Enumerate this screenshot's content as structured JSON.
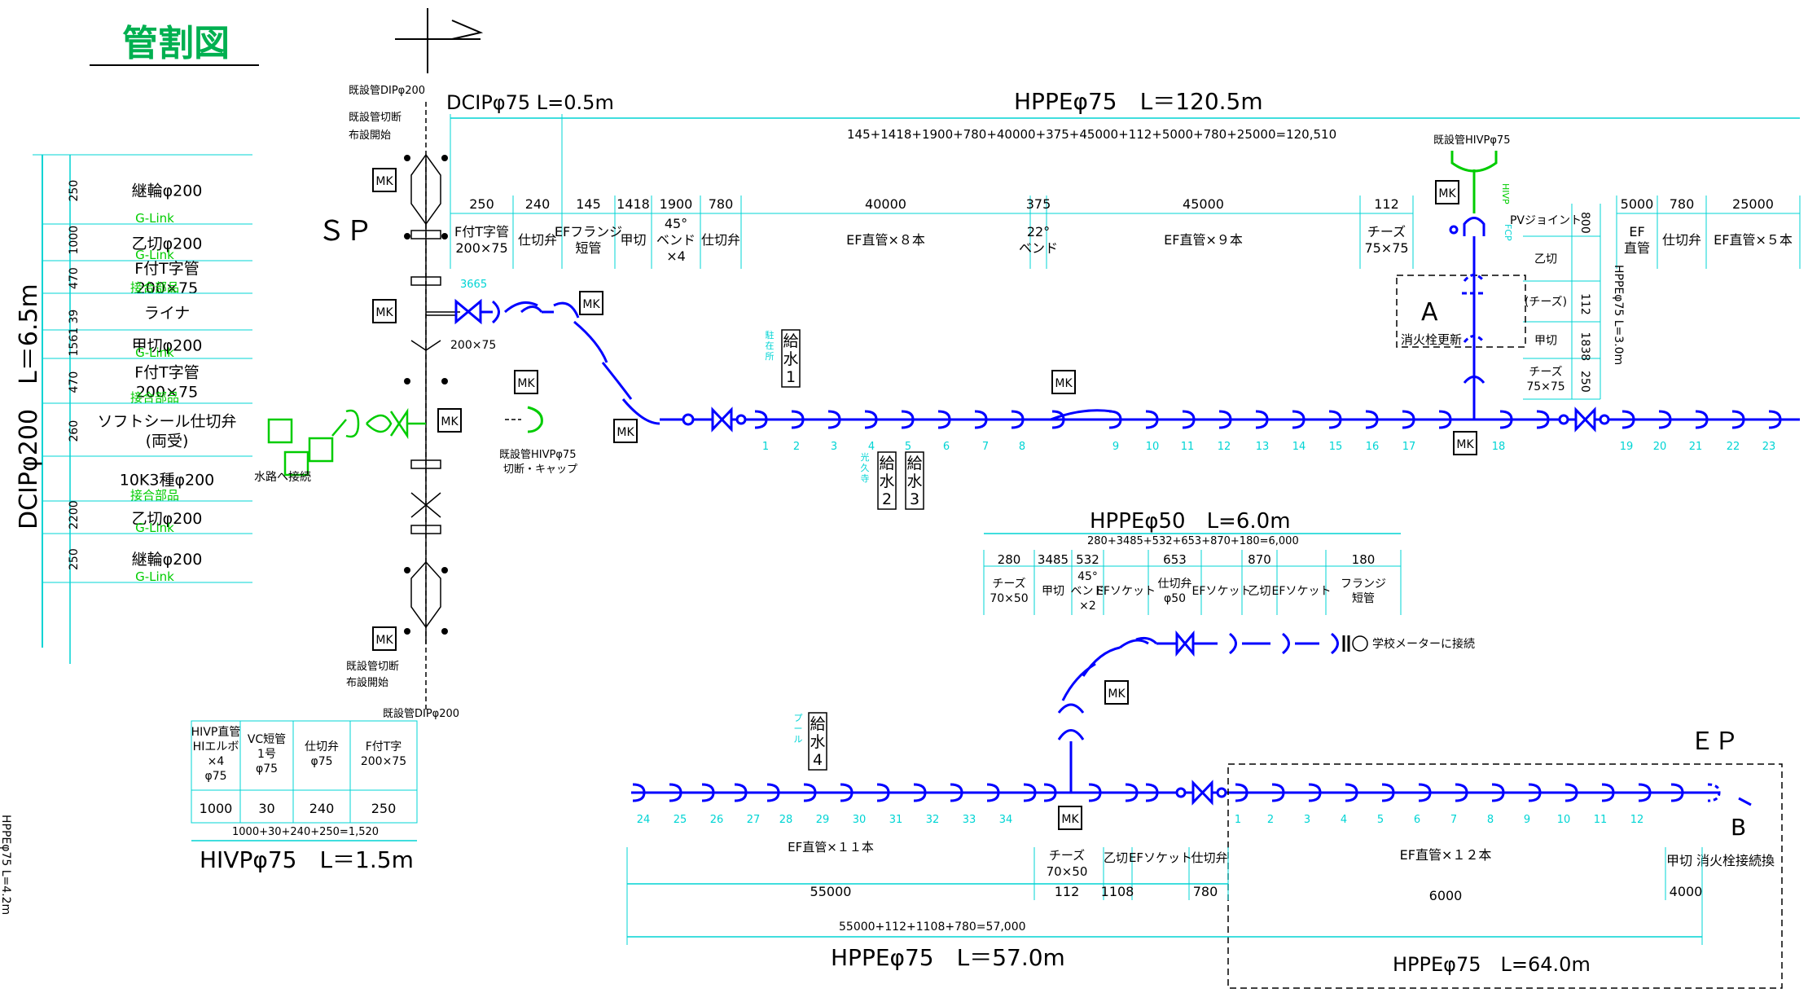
{
  "title": "管割図",
  "colors": {
    "pipe": "#0000ff",
    "dim": "#00d4d4",
    "green": "#00cc00",
    "black": "#000000",
    "title": "#00b050"
  },
  "labels": {
    "sp": "ＳＰ",
    "ep": "ＥＰ",
    "a": "A",
    "b": "B",
    "mk": "MK",
    "dcip_top": "DCIPφ75 L=0.5m",
    "hppe_main": "HPPEφ75　L＝120.5m",
    "hppe_main_sum": "145+1418+1900+780+40000+375+45000+112+5000+780+25000=120,510",
    "existing_dip200_top": "既設管DIPφ200",
    "cut_start_1": "既設管切断",
    "cut_start_2": "布設開始",
    "existing_dip200_bottom": "既設管DIPφ200",
    "existing_hivp75": "既設管HIVPφ75",
    "existing_hivp75_cap1": "既設管HIVPφ75",
    "existing_hivp75_cap2": "切断・キャップ",
    "to_waterway": "水路へ接続",
    "size_200x75": "200×75",
    "n3665": "3665",
    "hivp_v": "HIVP",
    "fcp_v": "FCP",
    "hydrant_update": "消火栓更新",
    "school_meter": "学校メーターに接続",
    "hydrant_connect": "消火栓接続換",
    "dcip200": "DCIPφ200　L＝6.5m",
    "hppe_side_v": "HPPEφ75 L=3.0m",
    "hppe_left_edge": "HPPEφ75 L=4.2m",
    "kyusui1": "給水1",
    "kyusui2": "給水2",
    "kyusui3": "給水3",
    "kyusui4": "給水4",
    "tag1": "駐在所",
    "tag2": "光久寺",
    "tag4": "プール",
    "hppe50": "HPPEφ50　L=6.0m",
    "hppe50_sum": "280+3485+532+653+870+180=6,000",
    "hivp75": "HIVPφ75　L＝1.5m",
    "hivp75_sum": "1000+30+240+250=1,520",
    "hppe57": "HPPEφ75　L＝57.0m",
    "hppe57_sum": "55000+112+1108+780=57,000",
    "hppe64": "HPPEφ75　L=64.0m"
  },
  "vertical_table": [
    {
      "dim": "250",
      "name": "継輪φ200",
      "sep": "G-Link"
    },
    {
      "dim": "1000",
      "name": "乙切φ200",
      "sep": "G-Link"
    },
    {
      "dim": "470",
      "name": "F付T字管 200×75",
      "sep": "接合部品"
    },
    {
      "dim": "39",
      "name": "ライナ",
      "sep": ""
    },
    {
      "dim": "1561",
      "name": "甲切φ200",
      "sep": "G-Link"
    },
    {
      "dim": "470",
      "name": "F付T字管 200×75",
      "sep": "接合部品"
    },
    {
      "dim": "260",
      "name": "ソフトシール仕切弁 (両受)",
      "sep": ""
    },
    {
      "dim": "",
      "name": "10K3種φ200",
      "sep": "接合部品"
    },
    {
      "dim": "2200",
      "name": "乙切φ200",
      "sep": "G-Link"
    },
    {
      "dim": "250",
      "name": "継輪φ200",
      "sep": "G-Link"
    }
  ],
  "top_table": [
    {
      "dim": "250",
      "name": "F付T字管 200×75"
    },
    {
      "dim": "240",
      "name": "仕切弁"
    },
    {
      "dim": "145",
      "name": "EFフランジ 短管"
    },
    {
      "dim": "1418",
      "name": "甲切"
    },
    {
      "dim": "1900",
      "name": "45° ベンド ×4"
    },
    {
      "dim": "780",
      "name": "仕切弁"
    },
    {
      "dim": "40000",
      "name": "EF直管×８本"
    },
    {
      "dim": "375",
      "name": "22° ベンド"
    },
    {
      "dim": "45000",
      "name": "EF直管×９本"
    },
    {
      "dim": "112",
      "name": "チーズ 75×75"
    }
  ],
  "top_table2": [
    {
      "dim": "5000",
      "name": "EF 直管"
    },
    {
      "dim": "780",
      "name": "仕切弁"
    },
    {
      "dim": "25000",
      "name": "EF直管×５本"
    }
  ],
  "side_branch": [
    {
      "dim": "800",
      "name": "PVジョイント"
    },
    {
      "dim": "",
      "name": "乙切"
    },
    {
      "dim": "112",
      "name": "(チーズ)"
    },
    {
      "dim": "1838",
      "name": "甲切"
    },
    {
      "dim": "250",
      "name": "チーズ 75×75"
    }
  ],
  "hppe50_table": [
    {
      "dim": "280",
      "name": "チーズ 70×50"
    },
    {
      "dim": "3485",
      "name": "甲切"
    },
    {
      "dim": "532",
      "name": "45° ベンド ×2"
    },
    {
      "dim": "",
      "name": "EFソケット"
    },
    {
      "dim": "653",
      "name": "仕切弁 φ50"
    },
    {
      "dim": "",
      "name": "EFソケット"
    },
    {
      "dim": "870",
      "name": "乙切"
    },
    {
      "dim": "",
      "name": "EFソケット"
    },
    {
      "dim": "180",
      "name": "フランジ 短管"
    }
  ],
  "hivp_table": [
    {
      "dim": "1000",
      "name": "HIVP直管 HIエルボ ×4 φ75"
    },
    {
      "dim": "30",
      "name": "VC短管 1号 φ75"
    },
    {
      "dim": "240",
      "name": "仕切弁 φ75"
    },
    {
      "dim": "250",
      "name": "F付T字 200×75"
    }
  ],
  "bottom_table": [
    {
      "dim": "55000",
      "name": "EF直管×１１本"
    },
    {
      "dim": "112",
      "name": "チーズ 70×50"
    },
    {
      "dim": "1108",
      "name": "乙切"
    },
    {
      "dim": "",
      "name": "EFソケット"
    },
    {
      "dim": "780",
      "name": "仕切弁"
    }
  ],
  "ep_table": [
    {
      "dim": "6000",
      "name": "EF直管×１２本"
    },
    {
      "dim": "4000",
      "name": "甲切"
    }
  ],
  "joint_numbers_top_left": [
    "1",
    "2",
    "3",
    "4",
    "5",
    "6",
    "7",
    "8"
  ],
  "joint_numbers_top_mid": [
    "9",
    "10",
    "11",
    "12",
    "13",
    "14",
    "15",
    "16",
    "17"
  ],
  "joint_numbers_top_right": [
    "18",
    "19",
    "20",
    "21",
    "22",
    "23"
  ],
  "joint_numbers_bottom_left": [
    "24",
    "25",
    "26",
    "27",
    "28",
    "29",
    "30",
    "31",
    "32",
    "33",
    "34"
  ],
  "joint_numbers_bottom_right": [
    "1",
    "2",
    "3",
    "4",
    "5",
    "6",
    "7",
    "8",
    "9",
    "10",
    "11",
    "12"
  ]
}
